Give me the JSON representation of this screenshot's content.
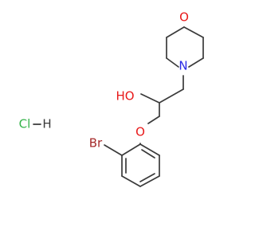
{
  "colors": {
    "bond": "#3a3a3a",
    "oxygen": "#e8191a",
    "nitrogen": "#2a2ae6",
    "bromine": "#a52a2a",
    "chlorine": "#35b34a"
  },
  "atoms": {
    "morpholine_oxygen": "O",
    "morpholine_nitrogen": "N",
    "hydroxyl": "HO",
    "ether_oxygen": "O",
    "bromine": "Br",
    "hydrochloride_cl": "Cl",
    "hydrochloride_h": "H"
  }
}
